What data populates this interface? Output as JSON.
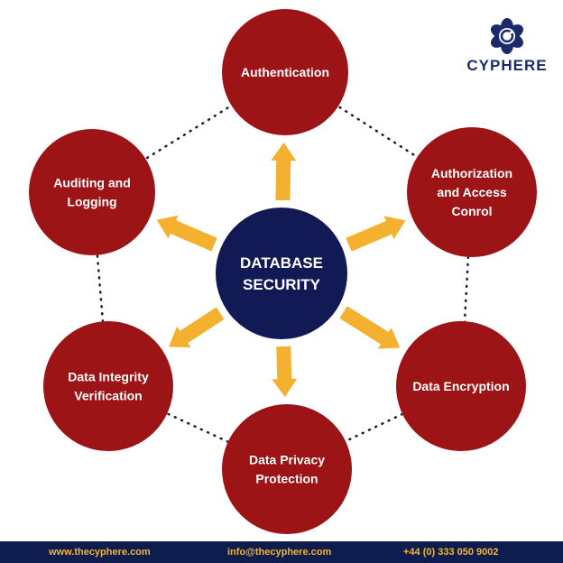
{
  "colors": {
    "node": "#9c1416",
    "center": "#121a55",
    "arrow": "#f4b02f",
    "footer_bg": "#0e1d4e",
    "footer_text": "#f5b32a",
    "brand": "#1c2a6b"
  },
  "brand": {
    "name": "CYPHERE",
    "icon": "cyphere-logo-icon"
  },
  "center": {
    "lines": [
      "DATABASE",
      "SECURITY"
    ]
  },
  "nodes": [
    {
      "id": "authentication",
      "lines": [
        "Authentication"
      ]
    },
    {
      "id": "authorization",
      "lines": [
        "Authorization",
        "and Access",
        "Conrol"
      ]
    },
    {
      "id": "encryption",
      "lines": [
        "Data Encryption"
      ]
    },
    {
      "id": "privacy",
      "lines": [
        "Data Privacy",
        "Protection"
      ]
    },
    {
      "id": "integrity",
      "lines": [
        "Data Integrity",
        "Verification"
      ]
    },
    {
      "id": "auditing",
      "lines": [
        "Auditing and",
        "Logging"
      ]
    }
  ],
  "footer": {
    "website": "www.thecyphere.com",
    "email": "info@thecyphere.com",
    "phone": "+44 (0) 333 050 9002"
  }
}
